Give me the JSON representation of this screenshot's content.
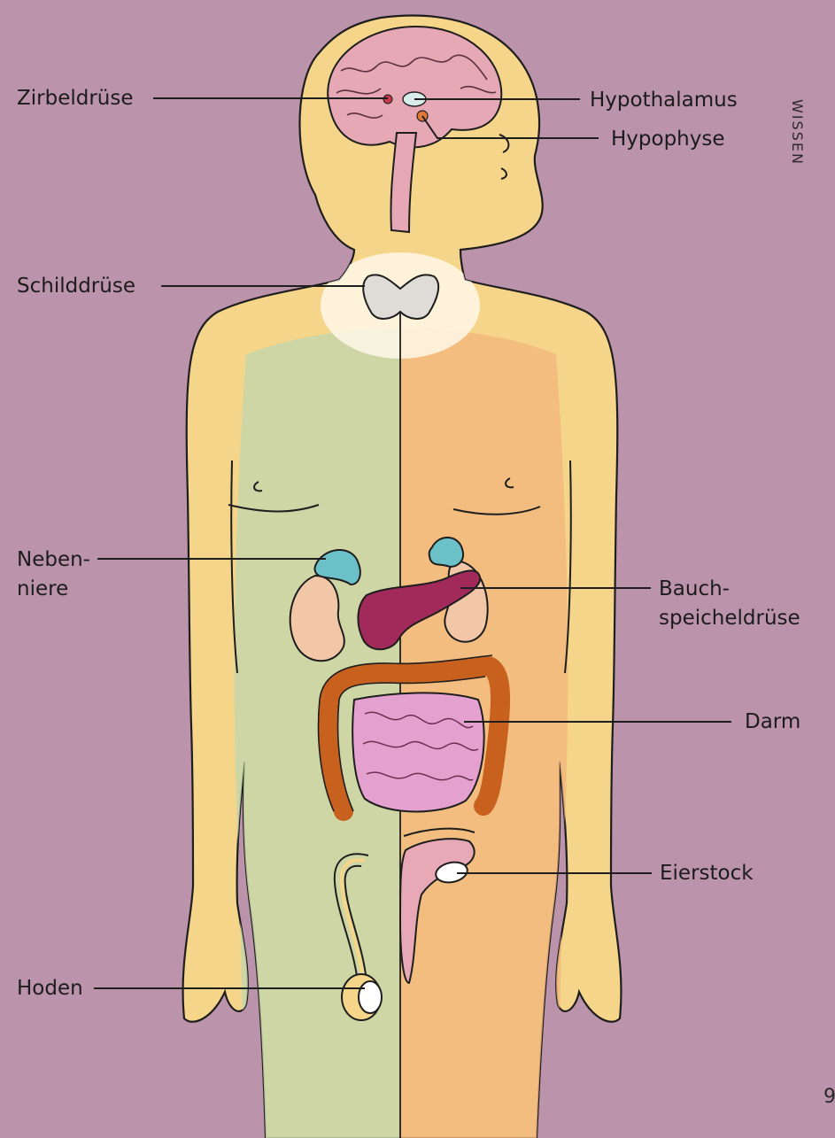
{
  "colors": {
    "background": "#bb93ab",
    "skin": "#f5d58a",
    "male_side": "#c7d6a9",
    "female_side": "#f2b77c",
    "outline": "#1e1e1e",
    "brain": "#e6a8b4",
    "thyroid": "#dfdcd7",
    "adrenal": "#6cc1c9",
    "kidney": "#f1c7a8",
    "pancreas": "#a22a5a",
    "colon": "#c8601e",
    "small_intestine": "#e4a1cf",
    "gonad": "#ffffff"
  },
  "labels": {
    "zirbeldruese": "Zirbeldrüse",
    "hypothalamus": "Hypothalamus",
    "hypophyse": "Hypophyse",
    "schilddruese": "Schilddrüse",
    "nebenniere_1": "Neben-",
    "nebenniere_2": "niere",
    "bauch_1": "Bauch-",
    "bauch_2": "speicheldrüse",
    "darm": "Darm",
    "eierstock": "Eierstock",
    "hoden": "Hoden"
  },
  "edge_text": {
    "vertical": "WISSEN",
    "page": "9"
  }
}
